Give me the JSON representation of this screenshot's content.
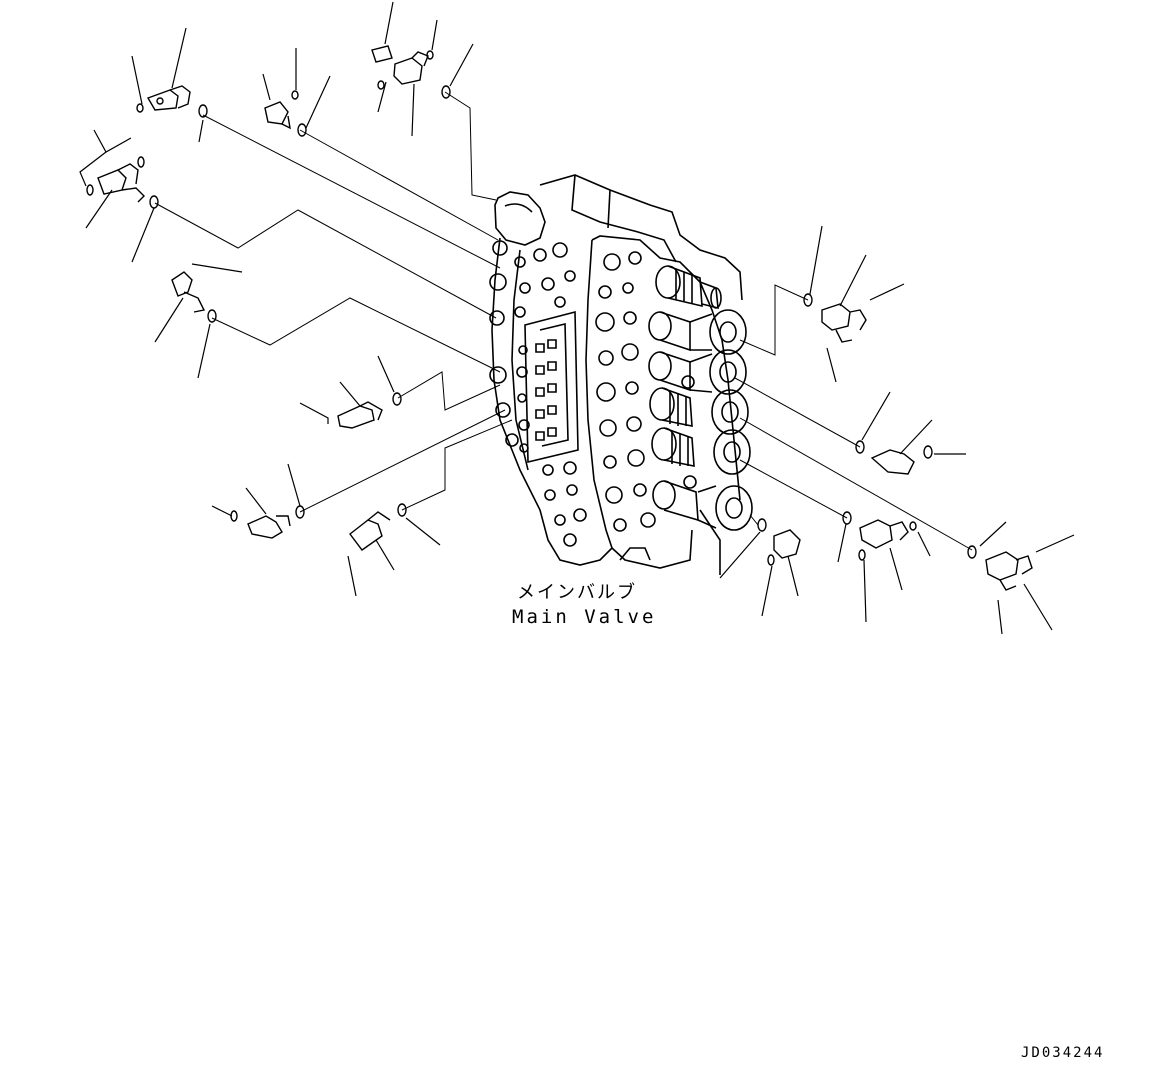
{
  "labels": {
    "component_jp": "メインバルブ",
    "component_en": "Main Valve",
    "drawing_number": "JD034244"
  },
  "colors": {
    "line": "#000000",
    "background": "#ffffff"
  }
}
